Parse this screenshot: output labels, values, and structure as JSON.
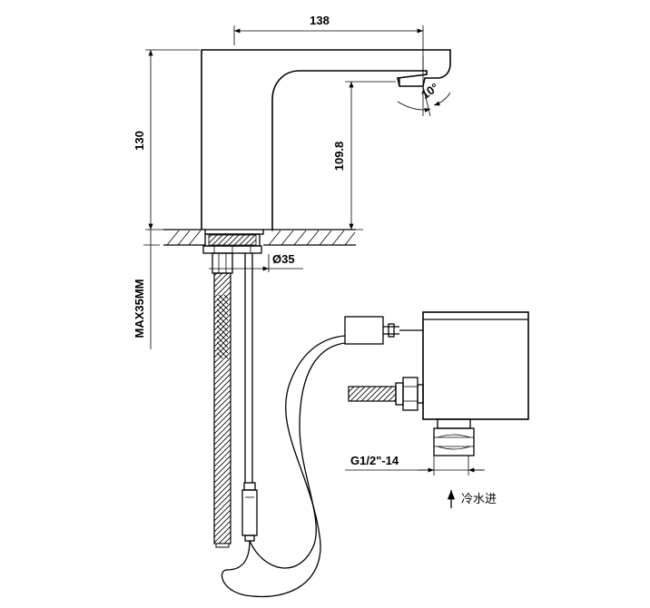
{
  "dimensions": {
    "width_top": "138",
    "height_left": "130",
    "spout_height": "109.8",
    "spout_angle": "10°",
    "base_diameter": "Ø35",
    "max_thickness": "MAX35MM",
    "thread_spec": "G1/2\"-14"
  },
  "labels": {
    "cold_water_inlet": "冷水进"
  }
}
